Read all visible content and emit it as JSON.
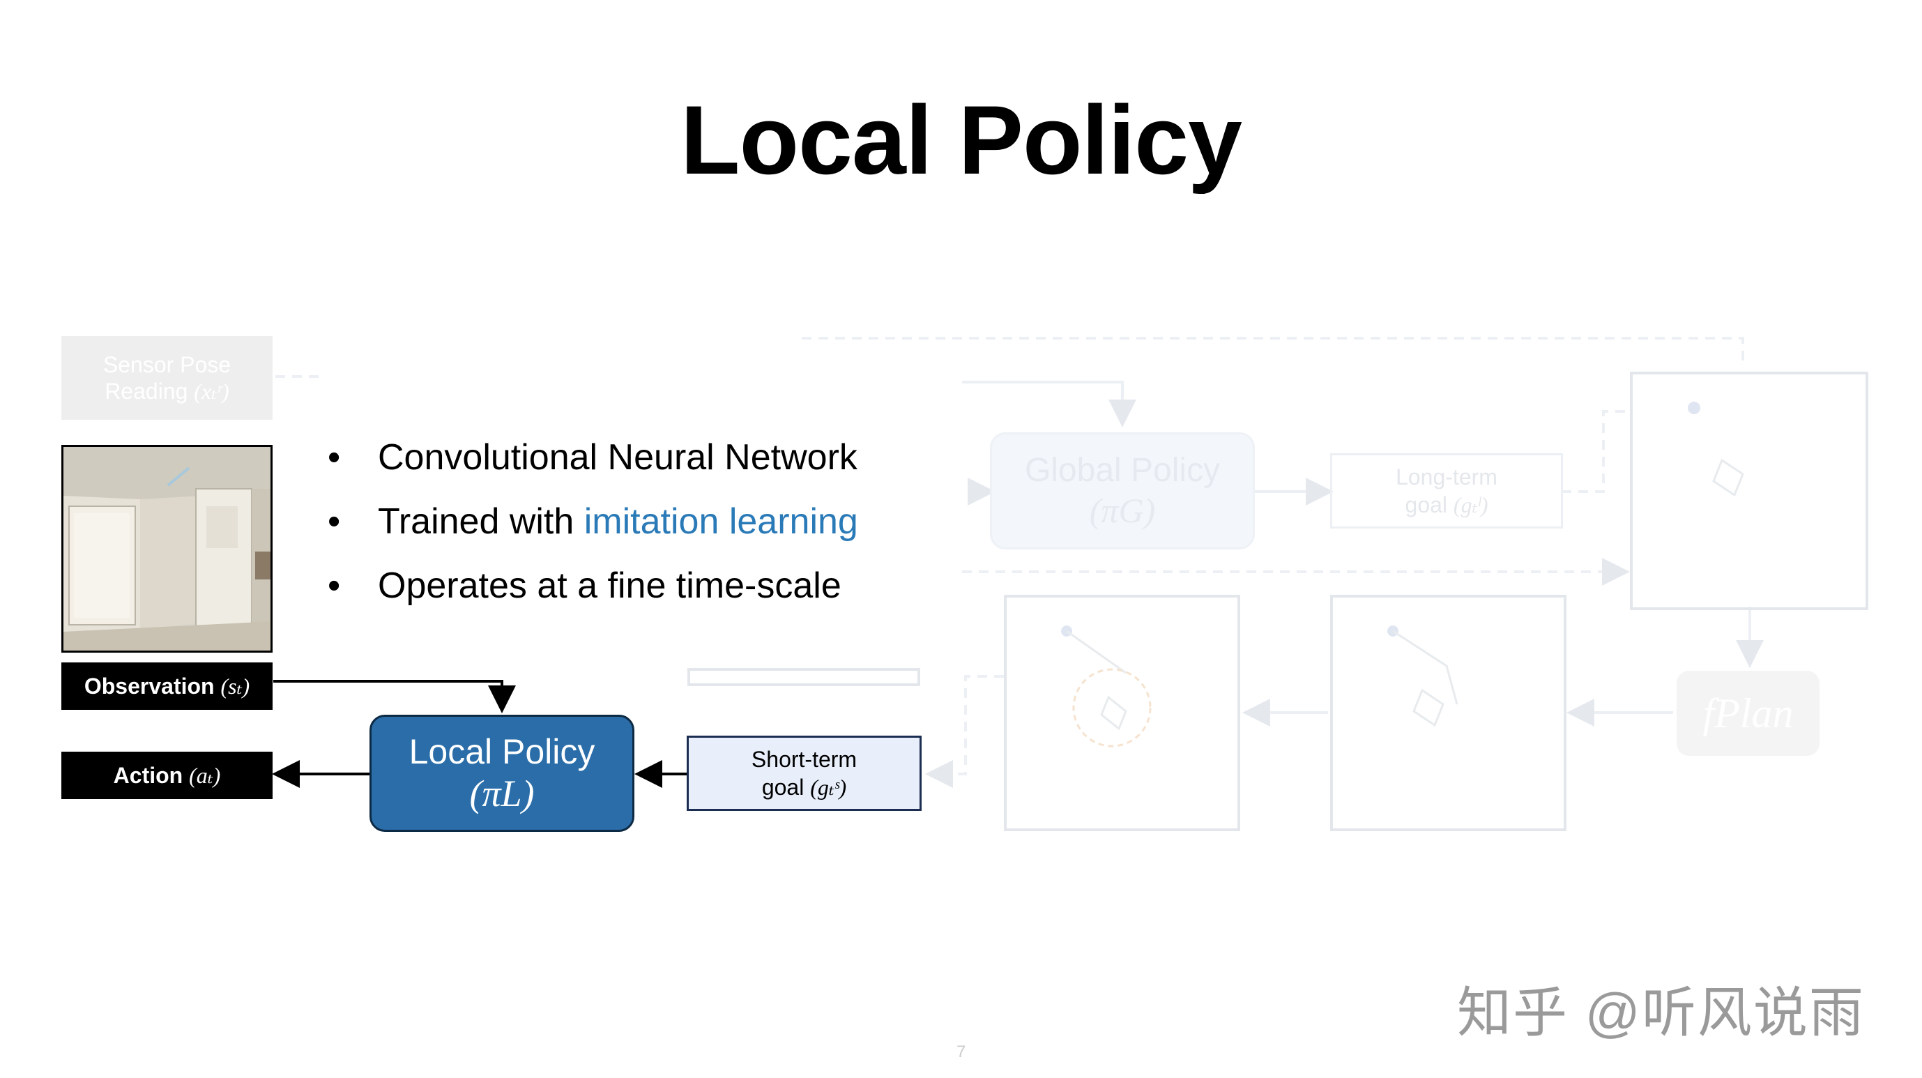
{
  "slide": {
    "title": "Local Policy",
    "page_number": "7"
  },
  "bullets": [
    {
      "text": "Convolutional Neural Network"
    },
    {
      "prefix": "Trained with ",
      "highlight": "imitation learning"
    },
    {
      "text": "Operates at a fine time-scale"
    }
  ],
  "nodes": {
    "sensor_pose": {
      "line1": "Sensor Pose",
      "line2": "Reading",
      "math": "(xₜʳ)"
    },
    "observation": {
      "label": "Observation",
      "math": "(sₜ)"
    },
    "action": {
      "label": "Action",
      "math": "(aₜ)"
    },
    "local_policy": {
      "label": "Local Policy",
      "math": "(πL)"
    },
    "short_term_goal": {
      "line1": "Short-term",
      "line2": "goal",
      "math": "(gₜˢ)"
    },
    "global_policy": {
      "label": "Global Policy",
      "math": "(πG)"
    },
    "long_term_goal": {
      "line1": "Long-term",
      "line2": "goal",
      "math": "(gₜˡ)"
    },
    "f_plan": {
      "label": "fPlan"
    }
  },
  "colors": {
    "local_policy_fill": "#2a6da8",
    "short_term_goal_fill": "#e8eefa",
    "highlight_text": "#2a7ab8",
    "faded": "#e3e8ee"
  },
  "watermark": "知乎 @听风说雨"
}
